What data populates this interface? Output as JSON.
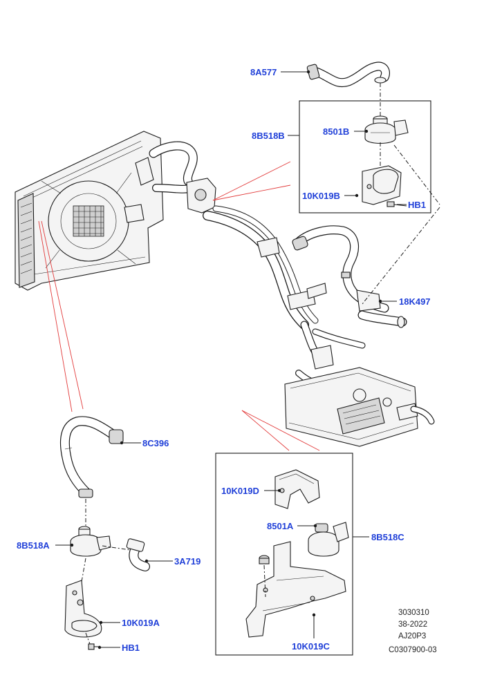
{
  "callouts": {
    "c8A577": "8A577",
    "c8B518B": "8B518B",
    "c8501B": "8501B",
    "c10K019B": "10K019B",
    "cHB1_upper": "HB1",
    "c18K497": "18K497",
    "c8C396": "8C396",
    "c8B518A": "8B518A",
    "c3A719": "3A719",
    "c10K019A": "10K019A",
    "cHB1_lower": "HB1",
    "c10K019D": "10K019D",
    "c8501A": "8501A",
    "c8B518C": "8B518C",
    "c10K019C": "10K019C"
  },
  "reference": {
    "line1": "3030310",
    "line2": "38-2022",
    "line3": "AJ20P3",
    "line4": "C0307900-03"
  },
  "colors": {
    "callout": "#1f3fd8",
    "linework": "#1a1a1a",
    "indicator": "#e23a3a"
  }
}
